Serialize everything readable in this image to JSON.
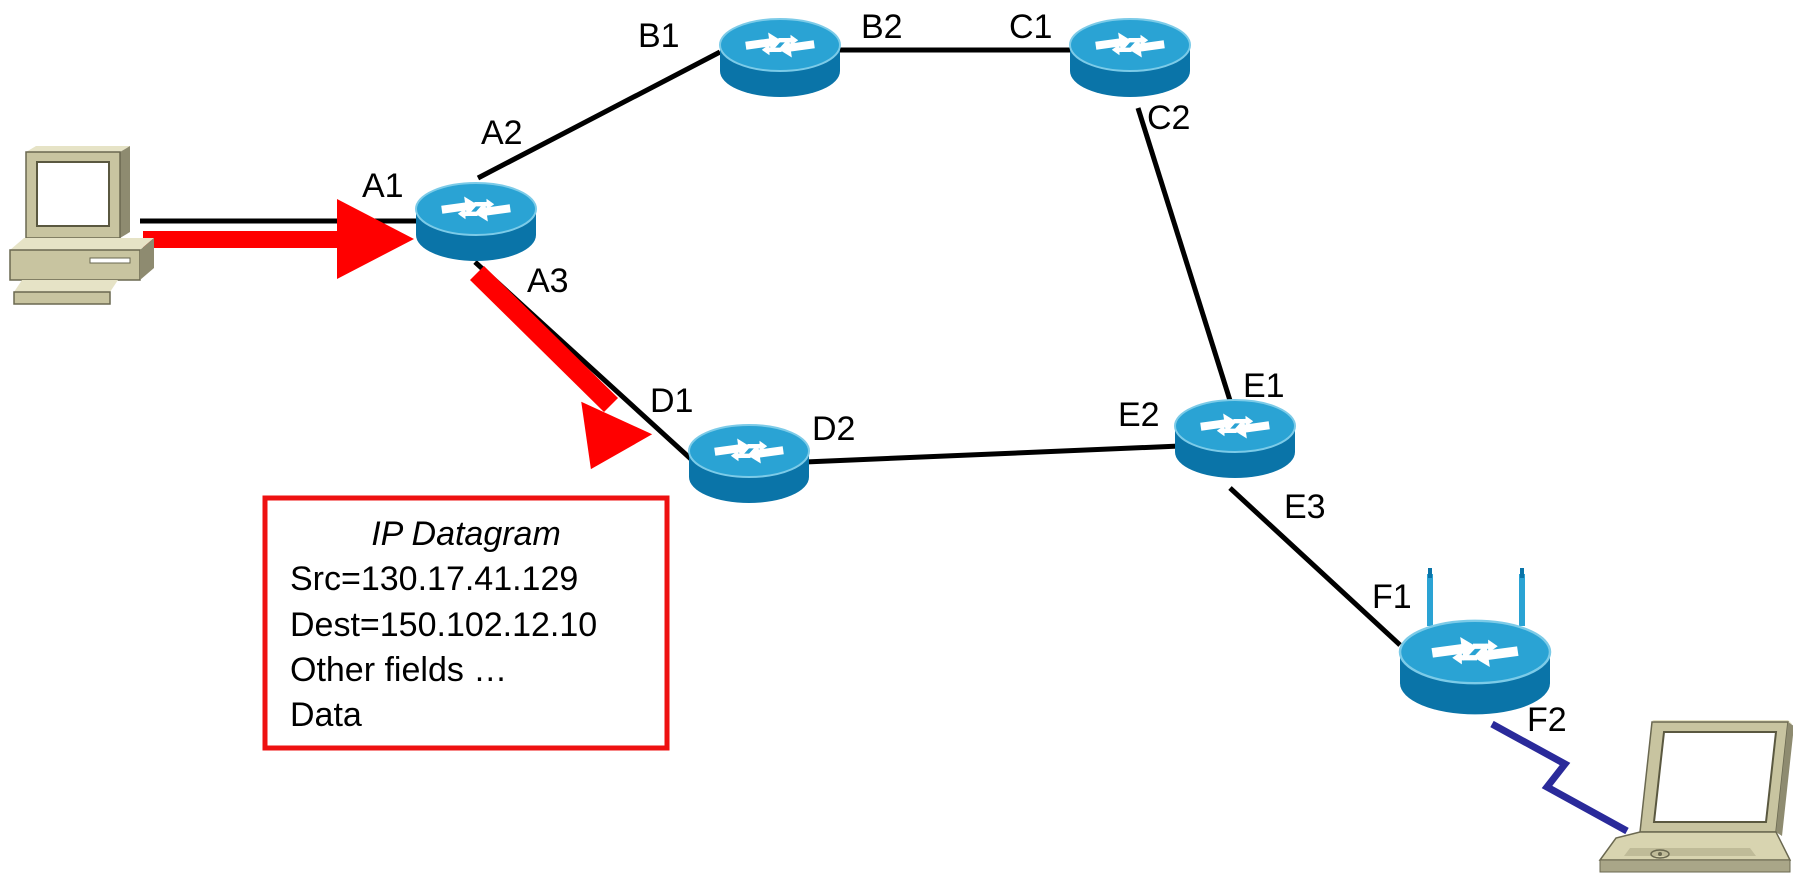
{
  "colors": {
    "router_top": "#2aa3d4",
    "router_side": "#0a74a8",
    "router_rim": "#7ccbe8",
    "link": "#000000",
    "flow_arrow": "#ff0000",
    "wireless": "#2a2a9a",
    "computer_body": "#c8c4a0",
    "computer_shadow": "#8e8b70"
  },
  "icons": {
    "desktop": "desktop-computer-icon",
    "laptop": "laptop-computer-icon",
    "router": "router-icon",
    "wireless_router": "wireless-router-icon"
  },
  "routers": [
    {
      "id": "A"
    },
    {
      "id": "B"
    },
    {
      "id": "C"
    },
    {
      "id": "D"
    },
    {
      "id": "E"
    },
    {
      "id": "F",
      "wireless": true
    }
  ],
  "ports": {
    "A1": "A1",
    "A2": "A2",
    "A3": "A3",
    "B1": "B1",
    "B2": "B2",
    "C1": "C1",
    "C2": "C2",
    "D1": "D1",
    "D2": "D2",
    "E1": "E1",
    "E2": "E2",
    "E3": "E3",
    "F1": "F1",
    "F2": "F2"
  },
  "datagram": {
    "title": "IP Datagram",
    "src": "Src=130.17.41.129",
    "dest": "Dest=150.102.12.10",
    "other": "Other fields …",
    "data": "Data"
  }
}
